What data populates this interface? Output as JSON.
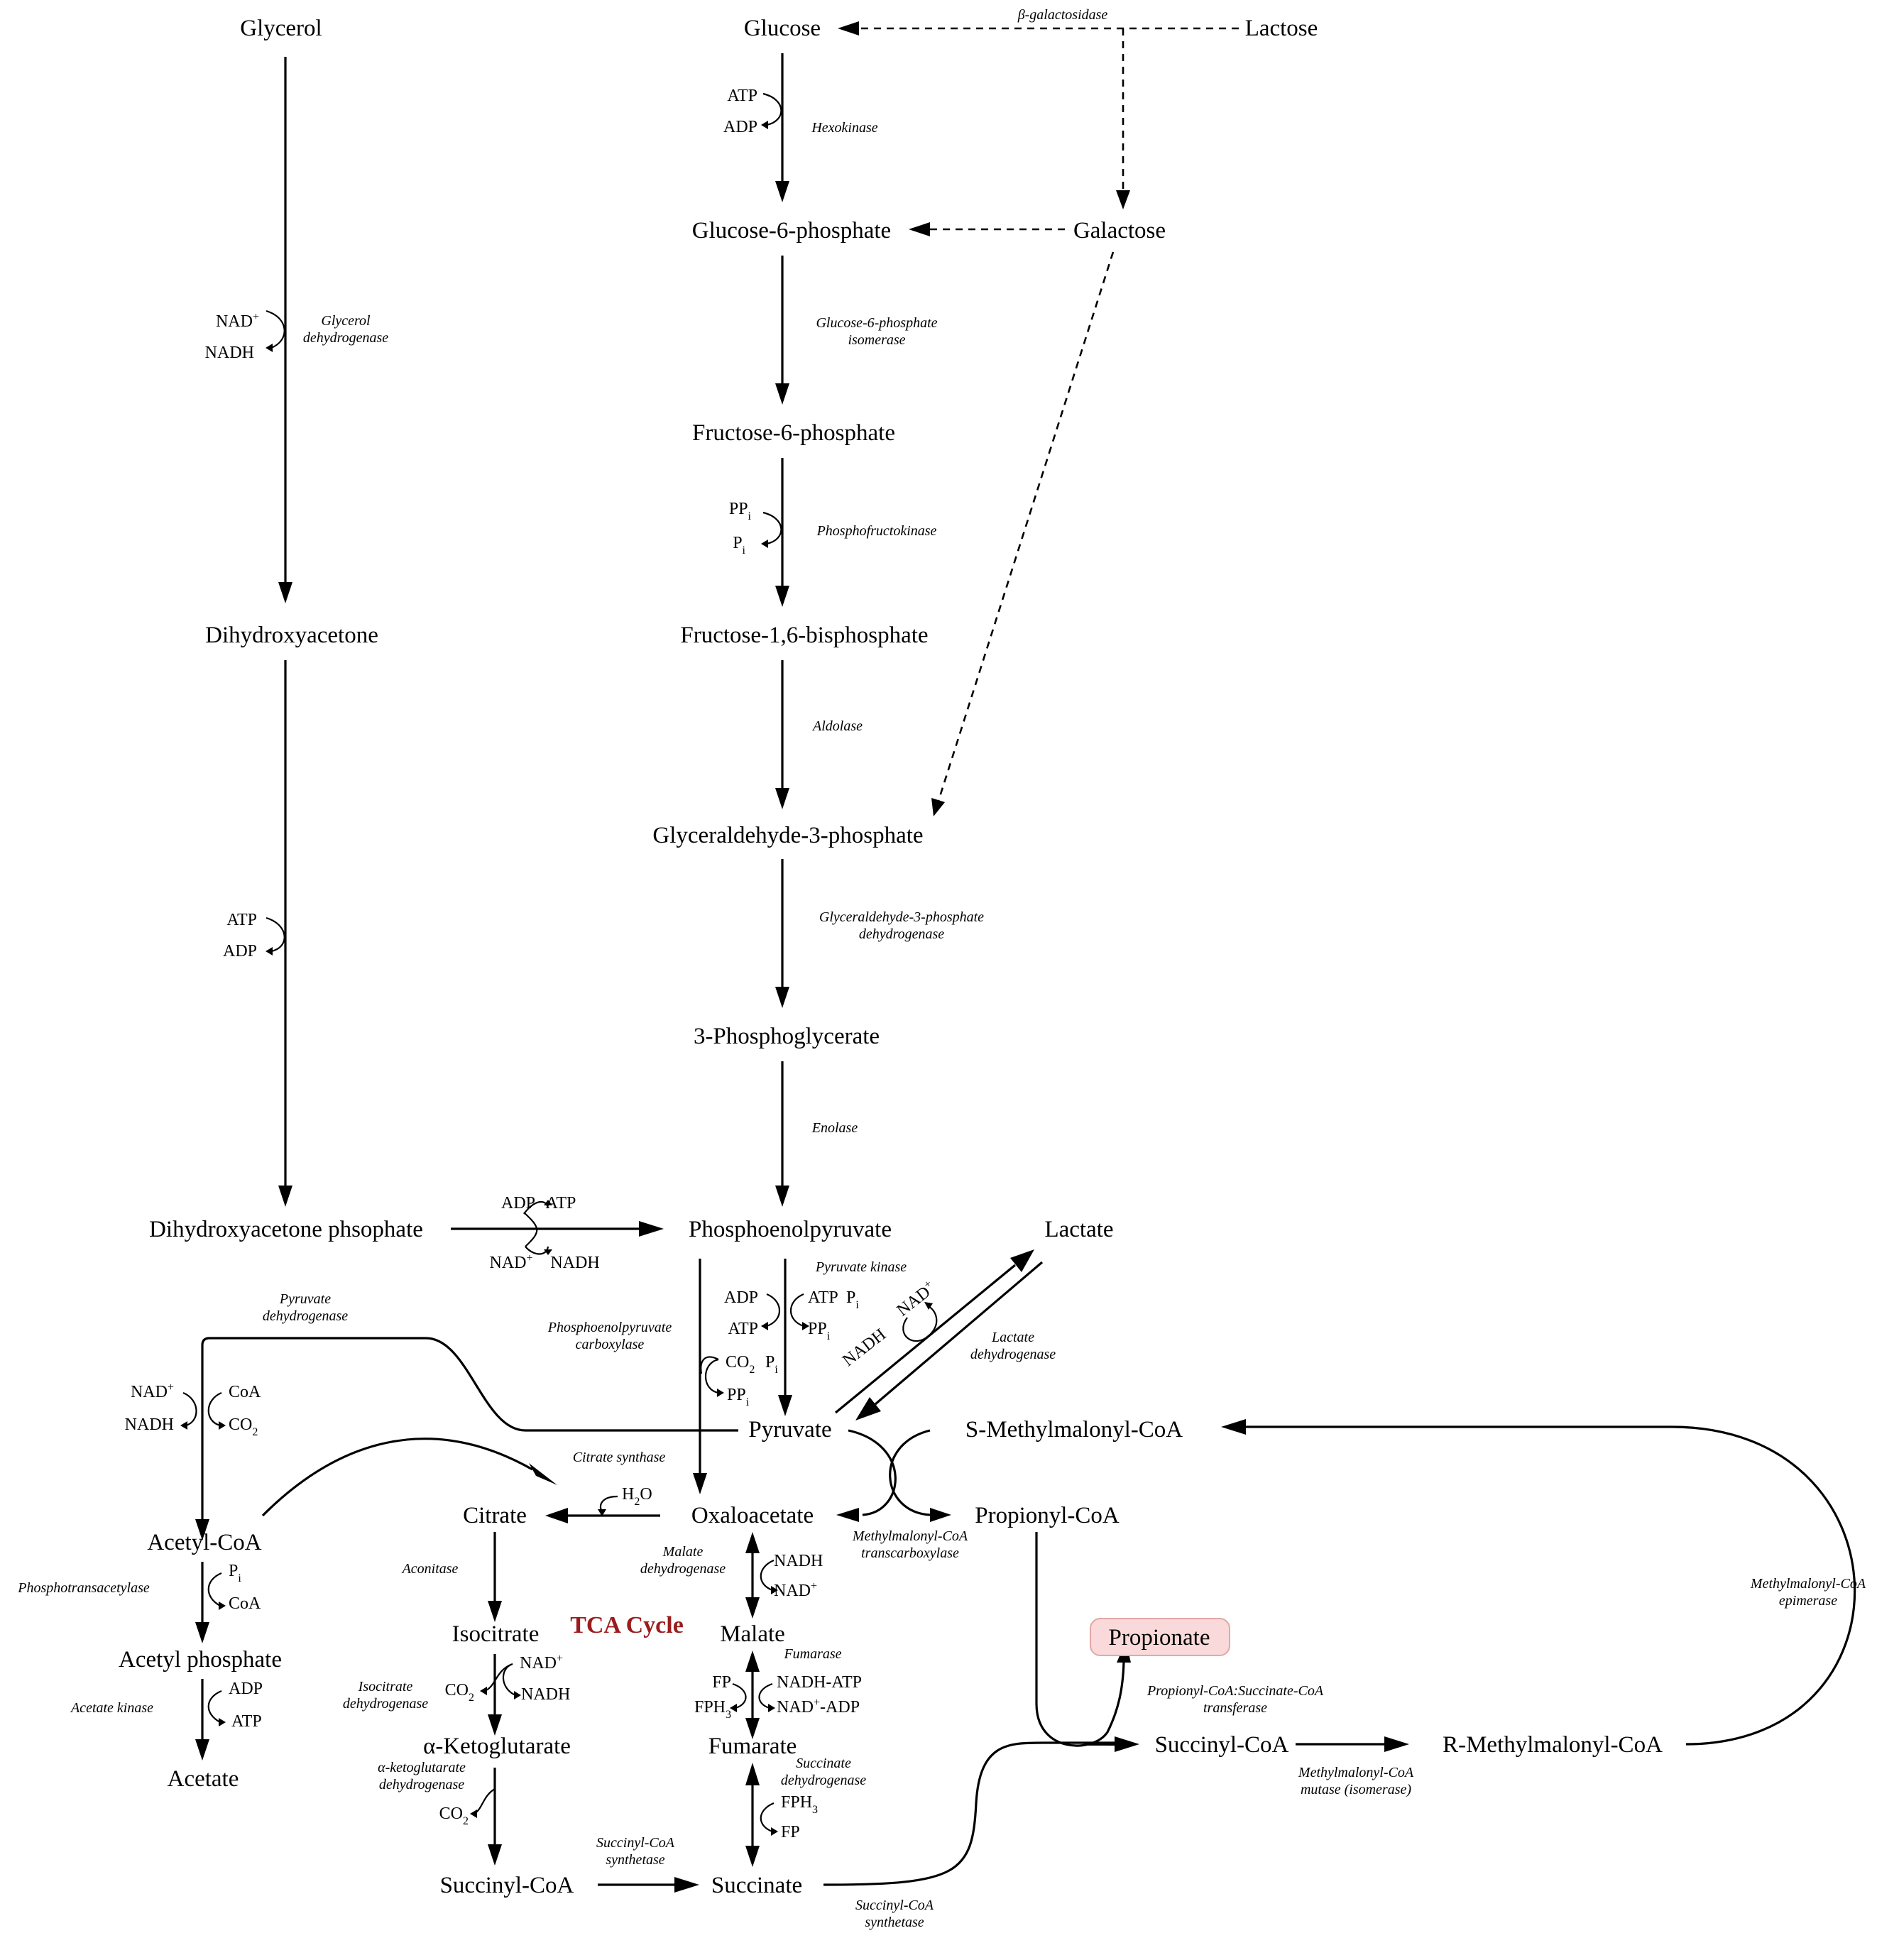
{
  "metabolites": {
    "glycerol": "Glycerol",
    "glucose": "Glucose",
    "lactose": "Lactose",
    "glucose_6_phosphate": "Glucose-6-phosphate",
    "galactose": "Galactose",
    "fructose_6_phosphate": "Fructose-6-phosphate",
    "dihydroxyacetone": "Dihydroxyacetone",
    "fructose_1_6_bisphosphate": "Fructose-1,6-bisphosphate",
    "glyceraldehyde_3_phosphate": "Glyceraldehyde-3-phosphate",
    "phosphoglycerate_3": "3-Phosphoglycerate",
    "dihydroxyacetone_phosphate": "Dihydroxyacetone phsophate",
    "phosphoenolpyruvate": "Phosphoenolpyruvate",
    "lactate": "Lactate",
    "pyruvate": "Pyruvate",
    "s_methylmalonyl_coa": "S-Methylmalonyl-CoA",
    "acetyl_coa": "Acetyl-CoA",
    "citrate": "Citrate",
    "oxaloacetate": "Oxaloacetate",
    "propionyl_coa": "Propionyl-CoA",
    "acetyl_phosphate": "Acetyl phosphate",
    "isocitrate": "Isocitrate",
    "malate": "Malate",
    "propionate": "Propionate",
    "acetate": "Acetate",
    "alpha_ketoglutarate": "α-Ketoglutarate",
    "fumarate": "Fumarate",
    "succinyl_coa_right": "Succinyl-CoA",
    "r_methylmalonyl_coa": "R-Methylmalonyl-CoA",
    "succinyl_coa_tca": "Succinyl-CoA",
    "succinate": "Succinate"
  },
  "tca_cycle_label": "TCA Cycle",
  "enzymes": {
    "beta_galactosidase": "β-galactosidase",
    "hexokinase": "Hexokinase",
    "glycerol_dh_1": "Glycerol",
    "glycerol_dh_2": "dehydrogenase",
    "g6p_isomerase_1": "Glucose-6-phosphate",
    "g6p_isomerase_2": "isomerase",
    "phosphofructokinase": "Phosphofructokinase",
    "aldolase": "Aldolase",
    "gap_dh_1": "Glyceraldehyde-3-phosphate",
    "gap_dh_2": "dehydrogenase",
    "enolase": "Enolase",
    "pyruvate_kinase": "Pyruvate kinase",
    "pdh_1": "Pyruvate",
    "pdh_2": "dehydrogenase",
    "pepc_1": "Phosphoenolpyruvate",
    "pepc_2": "carboxylase",
    "ldh_1": "Lactate",
    "ldh_2": "dehydrogenase",
    "citrate_synthase": "Citrate synthase",
    "phosphotransacetylase": "Phosphotransacetylase",
    "aconitase": "Aconitase",
    "mdh_1": "Malate",
    "mdh_2": "dehydrogenase",
    "mmc_transcarboxylase_1": "Methylmalonyl-CoA",
    "mmc_transcarboxylase_2": "transcarboxylase",
    "mmc_epimerase_1": "Methylmalonyl-CoA",
    "mmc_epimerase_2": "epimerase",
    "acetate_kinase": "Acetate kinase",
    "icdh_1": "Isocitrate",
    "icdh_2": "dehydrogenase",
    "fumarase": "Fumarase",
    "pcs_transferase_1": "Propionyl-CoA:Succinate-CoA",
    "pcs_transferase_2": "transferase",
    "akgdh_1": "α-ketoglutarate",
    "akgdh_2": "dehydrogenase",
    "sdh_1": "Succinate",
    "sdh_2": "dehydrogenase",
    "mm_mutase_1": "Methylmalonyl-CoA",
    "mm_mutase_2": "mutase (isomerase)",
    "scs_tca_1": "Succinyl-CoA",
    "scs_tca_2": "synthetase",
    "scs_bottom_1": "Succinyl-CoA",
    "scs_bottom_2": "synthetase"
  },
  "cofactors": {
    "hex_atp": "ATP",
    "hex_adp": "ADP",
    "gdh_nad_base": "NAD",
    "gdh_nad_sup": "+",
    "gdh_nadh": "NADH",
    "pfk_pp_base": "PP",
    "pfk_pp_sub": "i",
    "pfk_p_base": "P",
    "pfk_p_sub": "i",
    "dhak_atp": "ATP",
    "dhak_adp": "ADP",
    "tpi_adp": "ADP",
    "tpi_atp": "ATP",
    "tpi_nad_base": "NAD",
    "tpi_nad_sup": "+",
    "tpi_nadh": "NADH",
    "pk_adp": "ADP",
    "pk_atp": "ATP",
    "pk_pi_base": "P",
    "pk_pi_sub": "i",
    "ppdk_atp": "ATP",
    "ppdk_ppi_base": "PP",
    "ppdk_ppi_sub": "i",
    "pepc_co2_base": "CO",
    "pepc_co2_sub": "2",
    "pepc_pi_base": "P",
    "pepc_pi_sub": "i",
    "pepc_ppi_base": "PP",
    "pepc_ppi_sub": "i",
    "ldh_nadh": "NADH",
    "ldh_nad_base": "NAD",
    "ldh_nad_sup": "+",
    "pdh_nad_base": "NAD",
    "pdh_nad_sup": "+",
    "pdh_nadh": "NADH",
    "pdh_coa": "CoA",
    "pdh_co2_base": "CO",
    "pdh_co2_sub": "2",
    "cs_h2o_base": "H",
    "cs_h2o_sub": "2",
    "cs_h2o_end": "O",
    "pta_pi_base": "P",
    "pta_pi_sub": "i",
    "pta_coa": "CoA",
    "mdh_nadh": "NADH",
    "mdh_nad_base": "NAD",
    "mdh_nad_sup": "+",
    "ack_adp": "ADP",
    "ack_atp": "ATP",
    "icdh_co2_base": "CO",
    "icdh_co2_sub": "2",
    "icdh_nad_base": "NAD",
    "icdh_nad_sup": "+",
    "icdh_nadh": "NADH",
    "fum_fp": "FP",
    "fum_fph3_base": "FPH",
    "fum_fph3_sub": "3",
    "fum_nadh_atp": "NADH-ATP",
    "fum_nad_adp_base": "NAD",
    "fum_nad_adp_sup": "+",
    "fum_nad_adp_end": "-ADP",
    "akg_co2_base": "CO",
    "akg_co2_sub": "2",
    "sdh_fph3_base": "FPH",
    "sdh_fph3_sub": "3",
    "sdh_fp": "FP"
  },
  "colors": {
    "ink": "#000000",
    "tca_label": "#9b1c1c",
    "propionate_fill": "#f9d9d9",
    "propionate_border": "#e3a7a7"
  }
}
